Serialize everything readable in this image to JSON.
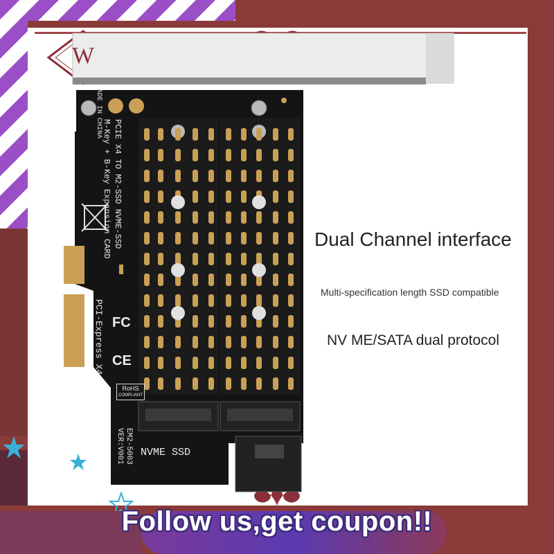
{
  "logo": {
    "letter": "W"
  },
  "card": {
    "made_in": "ADE IN CHINA",
    "model_line1": "PCIE X4 TO M2-SSD NVME-SSD",
    "model_line2": "M-Key + B-Key Expansion CARD",
    "interface": "PCI-Express X4",
    "fc_mark": "FC",
    "ce_mark": "CE",
    "rohs": "RoHS",
    "rohs_sub": "COMPLIANT",
    "model_code": "EM2-5003",
    "version": "VER:V001",
    "nvme_label": "NVME SSD"
  },
  "features": {
    "title": "Dual Channel interface",
    "spec": "Multi-specification length SSD compatible",
    "protocol": "NV ME/SATA dual protocol"
  },
  "banner": {
    "text": "Follow us,get coupon!!"
  },
  "colors": {
    "frame": "#8b3a3a",
    "purple": "#9b4fc7",
    "card": "#141414",
    "gold": "#c9a055",
    "banner": "#6a3ab0"
  }
}
